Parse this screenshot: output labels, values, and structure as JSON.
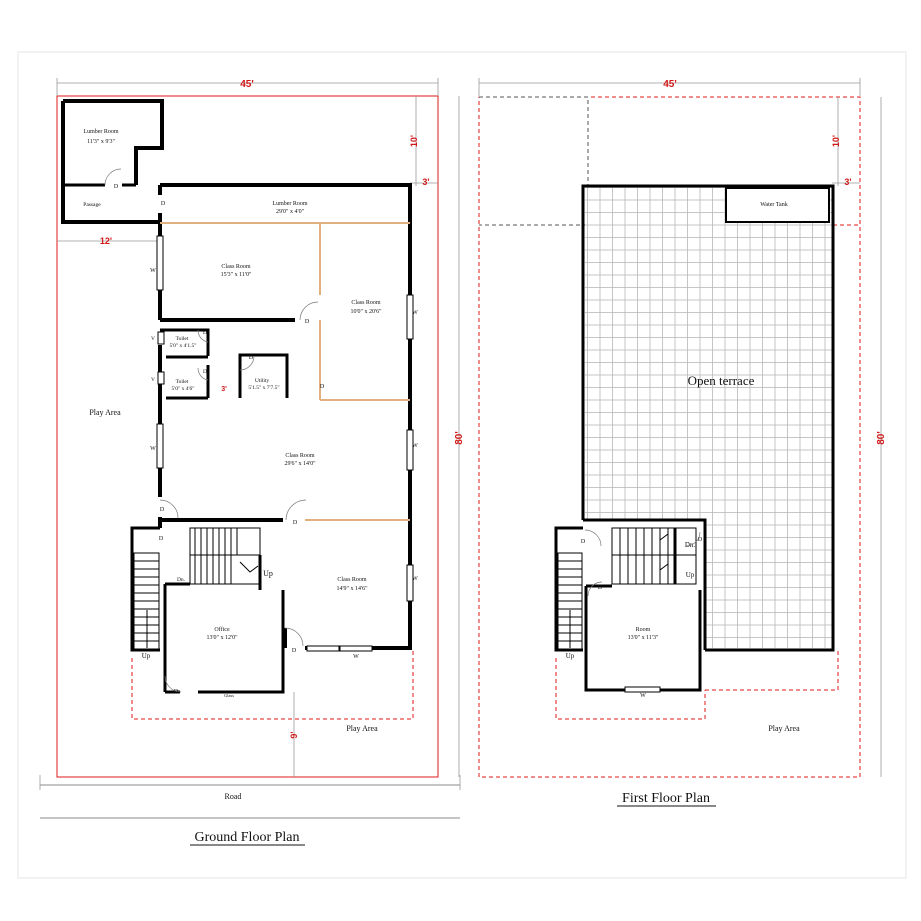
{
  "titles": {
    "ground": "Ground Floor Plan",
    "first": "First Floor Plan"
  },
  "dimensions": {
    "width": "45'",
    "depth": "80'",
    "front_setback": "10'",
    "side_setback": "3'",
    "lumber_offset": "12'",
    "gap": "3'",
    "rear_setback": "9'"
  },
  "road": "Road",
  "ground_rooms": {
    "lumber_room_small": {
      "name": "Lumber Room",
      "size": "11'3\" x 9'3\""
    },
    "passage": "Passage",
    "lumber_room": {
      "name": "Lumber Room",
      "size": "29'0\" x 4'0\""
    },
    "class_room_1": {
      "name": "Class Room",
      "size": "15'3\" x 11'0\""
    },
    "class_room_2": {
      "name": "Class Room",
      "size": "10'0\" x 20'6\""
    },
    "toilet_1": {
      "name": "Toilet",
      "size": "5'0\" x 4'1.5\""
    },
    "toilet_2": {
      "name": "Toilet",
      "size": "5'0\" x 4'6\""
    },
    "utility": {
      "name": "Utility",
      "size": "5'1.5\" x 7'7.5\""
    },
    "class_room_3": {
      "name": "Class Room",
      "size": "29'6\" x 14'0\""
    },
    "class_room_4": {
      "name": "Class Room",
      "size": "14'9\" x 14'6\""
    },
    "office": {
      "name": "Office",
      "size": "13'0\" x 12'0\""
    },
    "play_area_left": "Play Area",
    "play_area_bottom": "Play Area",
    "up_stair": "Up",
    "up_outer": "Up",
    "dn": "Dn.",
    "glass": "Glass"
  },
  "first_rooms": {
    "water_tank": "Water Tank",
    "open_terrace": "Open terrace",
    "room": {
      "name": "Room",
      "size": "13'0\" x 11'3\""
    },
    "play_area": "Play Area",
    "dn": "Dn.",
    "up_stair": "Up",
    "up_outer": "Up"
  },
  "markers": {
    "door": "D",
    "window": "W",
    "ventilator": "V"
  }
}
